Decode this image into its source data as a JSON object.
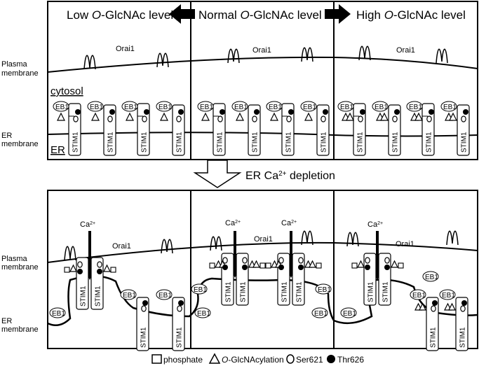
{
  "panels": {
    "top": [
      {
        "title_pre": "Low ",
        "title_o": "O",
        "title_post": "-GlcNAc level"
      },
      {
        "title_pre": "Normal ",
        "title_o": "O",
        "title_post": "-GlcNAc level"
      },
      {
        "title_pre": "High ",
        "title_o": "O",
        "title_post": "-GlcNAc level"
      }
    ]
  },
  "labels": {
    "plasma_membrane_1": "Plasma",
    "plasma_membrane_2": "membrane",
    "er_membrane_1": "ER",
    "er_membrane_2": "membrane",
    "cytosol": "cytosol",
    "er": "ER",
    "orai": "Orai1",
    "stim": "STIM1",
    "eb1": "EB1",
    "ca": "Ca",
    "ca_sup": "2+",
    "depletion_pre": "ER Ca",
    "depletion_sup": "2+",
    "depletion_post": " depletion"
  },
  "legend": {
    "phosphate": "phosphate",
    "oglc_o": "O",
    "oglc_rest": "-GlcNAcylation",
    "ser": "Ser621",
    "thr": "Thr626"
  }
}
